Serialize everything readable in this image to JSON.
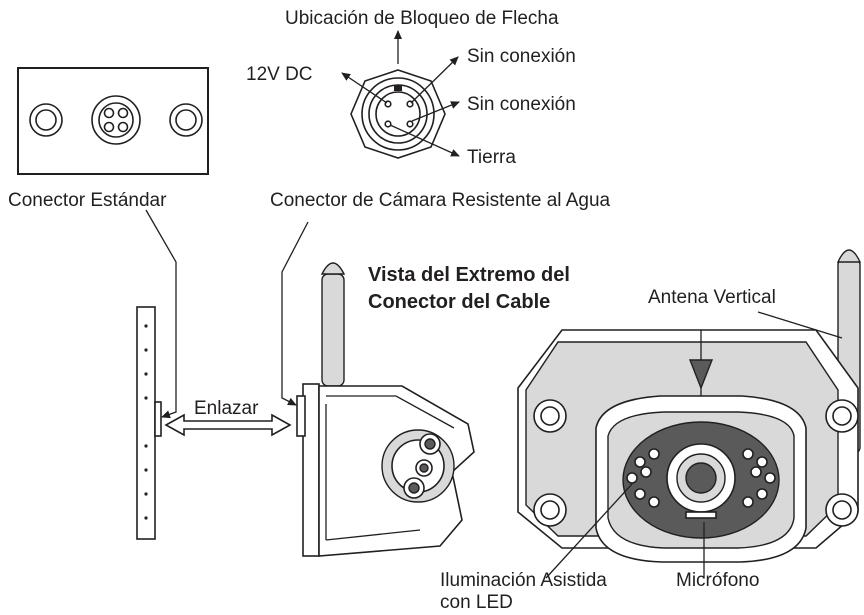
{
  "labels": {
    "arrow_lock": "Ubicación de Bloqueo de Flecha",
    "pin_12v": "12V DC",
    "no_conn_1": "Sin conexión",
    "no_conn_2": "Sin conexión",
    "ground": "Tierra",
    "standard_connector": "Conector Estándar",
    "waterproof_connector": "Conector de Cámara Resistente al Agua",
    "cable_end_view": "Vista del Extremo del Conector del Cable",
    "antenna": "Antena Vertical",
    "link": "Enlazar",
    "led_illumination_line1": "Iluminación Asistida",
    "led_illumination_line2": "con LED",
    "microphone": "Micrófono"
  }
}
